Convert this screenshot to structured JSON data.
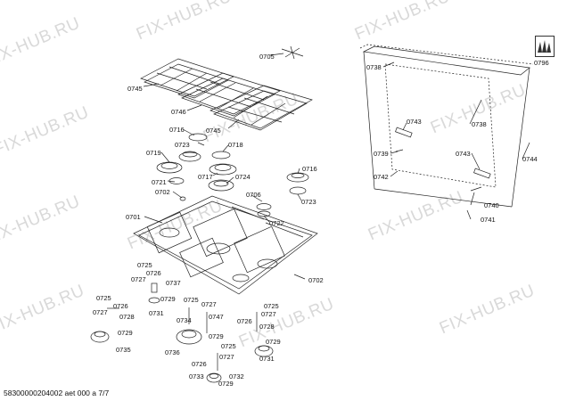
{
  "watermark": "FIX-HUB.RU",
  "footer": "58300000204002 aet 000 a 7/7",
  "parts": {
    "p0705": "0705",
    "p0745a": "0745",
    "p0746": "0746",
    "p0745b": "0745",
    "p0716a": "0716",
    "p0723a": "0723",
    "p0718": "0718",
    "p0719": "0719",
    "p0721": "0721",
    "p0717": "0717",
    "p0724": "0724",
    "p0716b": "0716",
    "p0702a": "0702",
    "p0706": "0706",
    "p0723b": "0723",
    "p0722": "0722",
    "p0701": "0701",
    "p0702b": "0702",
    "p0796": "0796",
    "p0738a": "0738",
    "p0738b": "0738",
    "p0743a": "0743",
    "p0743b": "0743",
    "p0739": "0739",
    "p0742": "0742",
    "p0744": "0744",
    "p0740": "0740",
    "p0741": "0741",
    "g1_0725": "0725",
    "g1_0726": "0726",
    "g1_0727": "0727",
    "g1_0737": "0737",
    "g1_0729": "0729",
    "g1_0731": "0731",
    "g2_0725": "0725",
    "g2_0726": "0726",
    "g2_0727": "0727",
    "g2_0728": "0728",
    "g2_0729": "0729",
    "g2_0735": "0735",
    "g3_0725": "0725",
    "g3_0727": "0727",
    "g3_0734": "0734",
    "g3_0747": "0747",
    "g3_0729": "0729",
    "g3_0736": "0736",
    "g4_0725": "0725",
    "g4_0727": "0727",
    "g4_0726": "0726",
    "g4_0728": "0728",
    "g4_0729": "0729",
    "g5_0725": "0725",
    "g5_0727": "0727",
    "g5_0726": "0726",
    "g5_0731": "0731",
    "g5_0733": "0733",
    "g5_0732": "0732",
    "g5_0729": "0729"
  }
}
